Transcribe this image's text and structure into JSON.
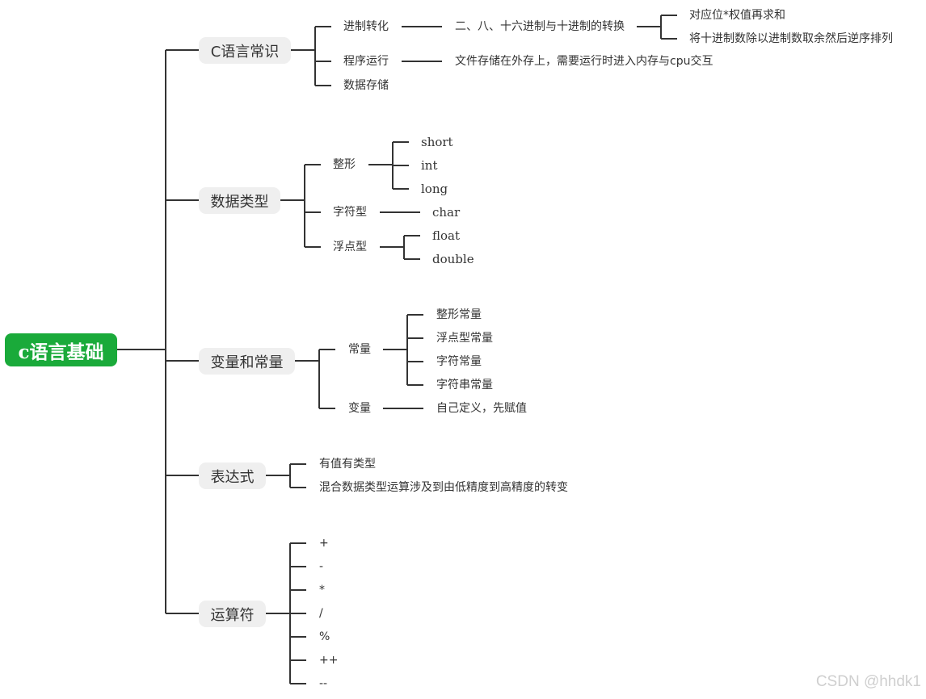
{
  "root": {
    "label": "c语言基础"
  },
  "branches": [
    {
      "id": "b0",
      "label": "C语言常识"
    },
    {
      "id": "b1",
      "label": "数据类型"
    },
    {
      "id": "b2",
      "label": "变量和常量"
    },
    {
      "id": "b3",
      "label": "表达式"
    },
    {
      "id": "b4",
      "label": "运算符"
    }
  ],
  "nodes": {
    "jinzhi": "进制转化",
    "erba": "二、八、十六进制与十进制的转换",
    "duiying": "对应位*权值再求和",
    "jiang": "将十进制数除以进制数取余然后逆序排列",
    "chengxu": "程序运行",
    "wenjian": "文件存储在外存上，需要运行时进入内存与cpu交互",
    "shuju": "数据存储",
    "zhengxing": "整形",
    "short": "short",
    "int": "int",
    "long": "long",
    "zifu": "字符型",
    "char": "char",
    "fudian": "浮点型",
    "float": "float",
    "double": "double",
    "changliang": "常量",
    "zxcl": "整形常量",
    "fdxcl": "浮点型常量",
    "zfcl": "字符常量",
    "zfccl": "字符串常量",
    "bianliang": "变量",
    "ziji": "自己定义，先赋值",
    "youzhi": "有值有类型",
    "hunhe": "混合数据类型运算涉及到由低精度到高精度的转变",
    "op_plus": "+",
    "op_minus": "-",
    "op_mul": "*",
    "op_div": "/",
    "op_mod": "%",
    "op_inc": "++",
    "op_dec": "--"
  },
  "watermark": "CSDN @hhdk1",
  "colors": {
    "root_bg": "#1aaa3a",
    "branch_bg": "#efefef",
    "line": "#333333",
    "text": "#333333"
  }
}
